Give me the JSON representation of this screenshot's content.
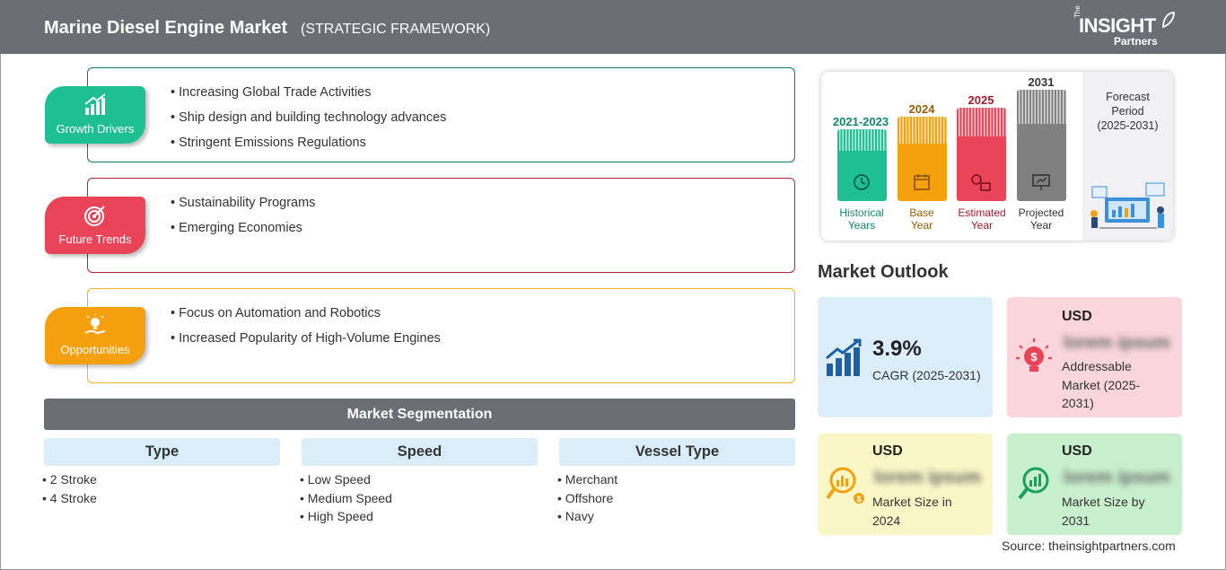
{
  "header": {
    "title": "Marine Diesel Engine Market",
    "subtitle": "(STRATEGIC FRAMEWORK)"
  },
  "logo": {
    "the": "The",
    "insight": "INSIGHT",
    "partners": "Partners"
  },
  "categories": [
    {
      "label": "Growth Drivers",
      "color": "#1fbf94",
      "border": "#0e7f63",
      "icon": "bar-growth-icon",
      "items": [
        "Increasing Global Trade Activities",
        "Ship design and building technology advances",
        "Stringent Emissions Regulations"
      ]
    },
    {
      "label": "Future Trends",
      "color": "#ea4458",
      "border": "#b8232f",
      "icon": "target-icon",
      "items": [
        "Sustainability Programs",
        "Emerging Economies"
      ]
    },
    {
      "label": "Opportunities",
      "color": "#f5a00f",
      "border": "#f0b51e",
      "icon": "lightbulb-hand-icon",
      "items": [
        "Focus on Automation and Robotics",
        "Increased Popularity of High-Volume Engines"
      ]
    }
  ],
  "segmentation": {
    "title": "Market Segmentation",
    "columns": [
      {
        "header": "Type",
        "items": [
          "2 Stroke",
          "4 Stroke"
        ]
      },
      {
        "header": "Speed",
        "items": [
          "Low Speed",
          "Medium Speed",
          "High Speed"
        ]
      },
      {
        "header": "Vessel Type",
        "items": [
          "Merchant",
          "Offshore",
          "Navy"
        ]
      }
    ]
  },
  "timeline": {
    "bars": [
      {
        "year": "2021-2023",
        "label1": "Historical",
        "label2": "Years",
        "color": "#1fbf94",
        "text": "#0e8a6a",
        "icon": "history-clock-icon"
      },
      {
        "year": "2024",
        "label1": "Base",
        "label2": "Year",
        "color": "#f5a00f",
        "text": "#9a5e00",
        "icon": "calendar-icon"
      },
      {
        "year": "2025",
        "label1": "Estimated",
        "label2": "Year",
        "color": "#ea4458",
        "text": "#a31a2a",
        "icon": "gear-chart-icon"
      },
      {
        "year": "2031",
        "label1": "Projected",
        "label2": "Year",
        "color": "#808080",
        "text": "#333333",
        "icon": "presentation-icon"
      }
    ],
    "forecast": {
      "line1": "Forecast",
      "line2": "Period",
      "line3": "(2025-2031)"
    }
  },
  "outlook": {
    "title": "Market Outlook",
    "cagr": {
      "value": "3.9%",
      "label": "CAGR (2025-2031)",
      "color": "#dbeef9"
    },
    "addressable": {
      "usd": "USD",
      "value": "lorem ipsum",
      "label": "Addressable Market (2025-2031)",
      "color": "#f9d6dc"
    },
    "size2024": {
      "usd": "USD",
      "value": "lorem ipsum",
      "label": "Market Size in 2024",
      "color": "#fbf6c6"
    },
    "size2031": {
      "usd": "USD",
      "value": "lorem ipsum",
      "label": "Market Size by 2031",
      "color": "#c8efce"
    }
  },
  "source": "Source: theinsightpartners.com"
}
